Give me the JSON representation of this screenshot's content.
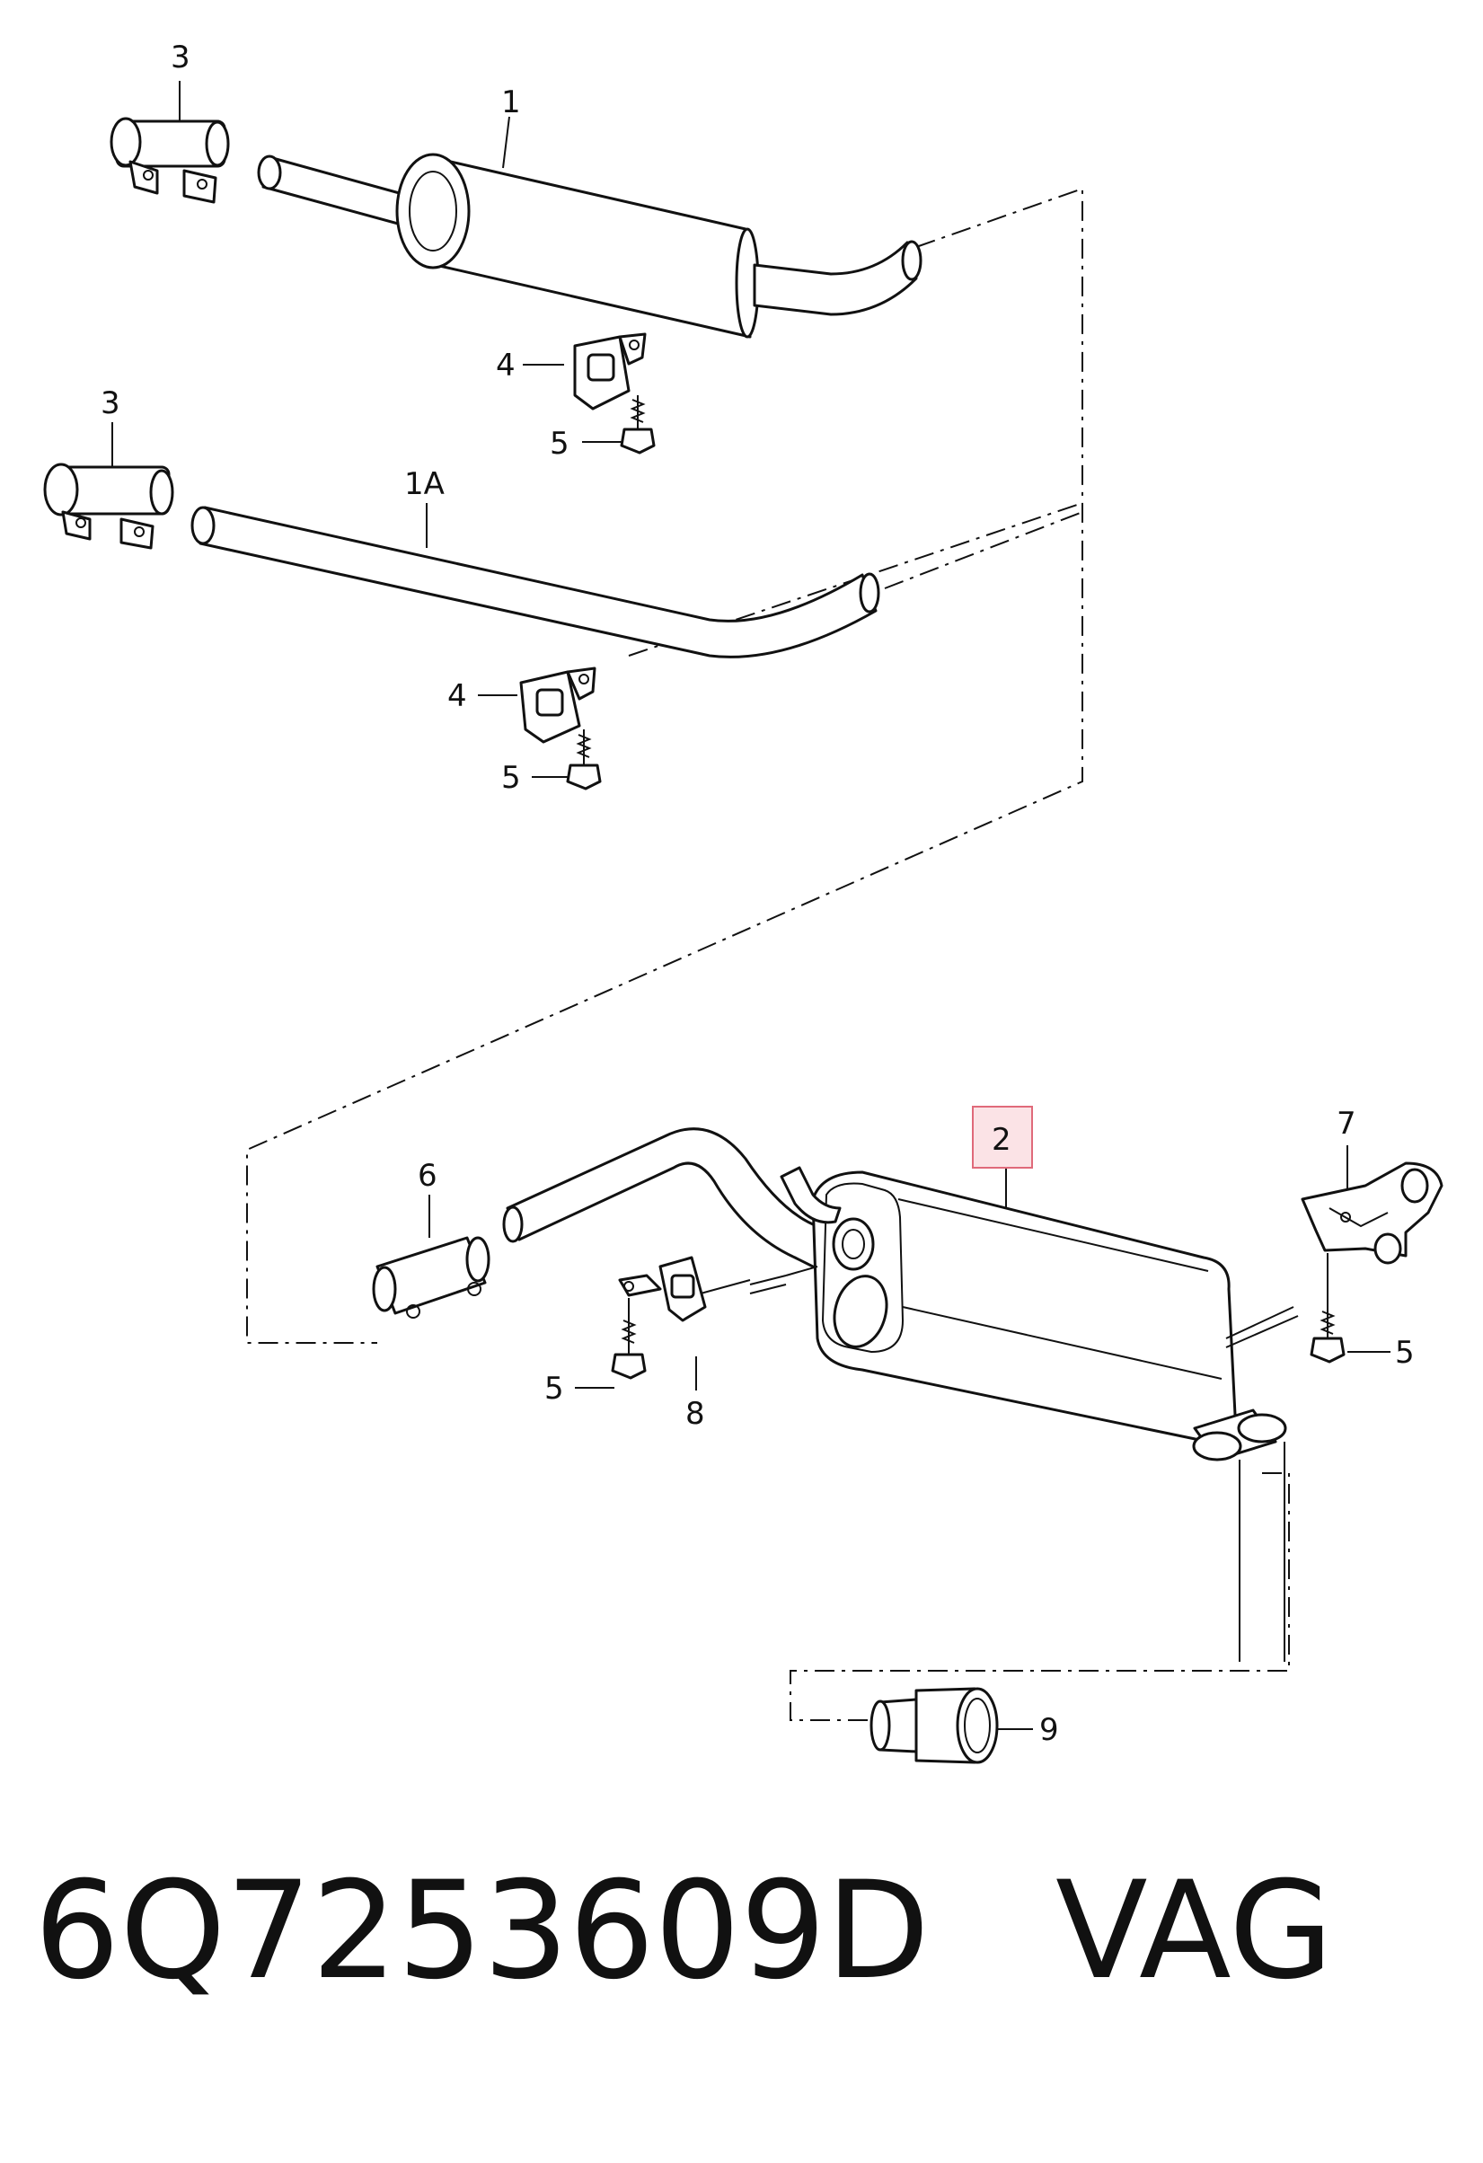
{
  "callouts": {
    "c1": "1",
    "c1a": "1A",
    "c2": "2",
    "c3_top": "3",
    "c3_mid": "3",
    "c4_top": "4",
    "c4_mid": "4",
    "c5_top": "5",
    "c5_mid": "5",
    "c5_lower_left": "5",
    "c5_lower_right": "5",
    "c6": "6",
    "c7": "7",
    "c8": "8",
    "c9": "9"
  },
  "highlighted_callout": "2",
  "highlight_color": "#e06a7a",
  "caption": {
    "part_number": "6Q7253609D",
    "brand": "VAG"
  }
}
